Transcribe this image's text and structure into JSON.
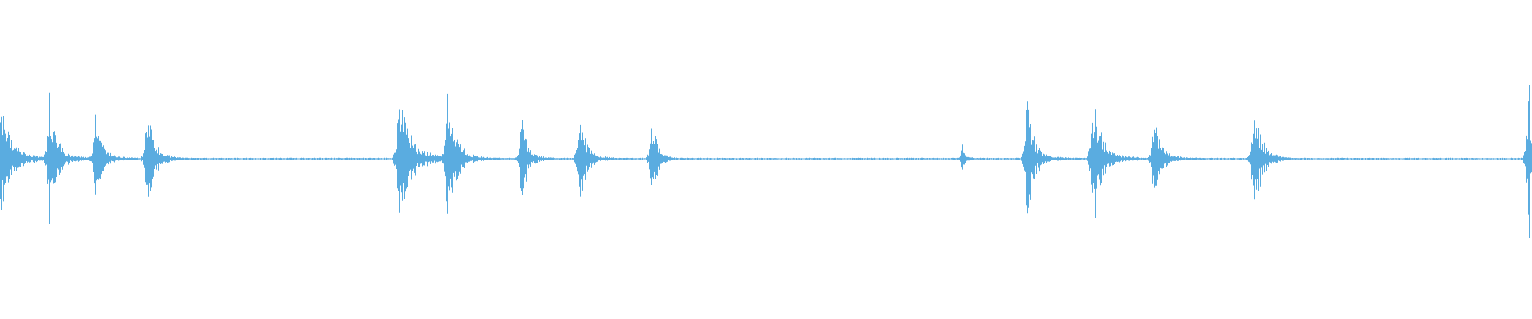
{
  "waveform": {
    "color": "#5aace0",
    "baseline_amplitude": 0.006,
    "bursts": [
      {
        "t": 0.0,
        "peak": 0.55,
        "decay": 0.03,
        "noise": 0.06
      },
      {
        "t": 0.032,
        "peak": 0.65,
        "decay": 0.022,
        "noise": 0.05
      },
      {
        "t": 0.062,
        "peak": 0.44,
        "decay": 0.018,
        "noise": 0.05
      },
      {
        "t": 0.096,
        "peak": 0.6,
        "decay": 0.022,
        "noise": 0.03
      },
      {
        "t": 0.26,
        "peak": 0.7,
        "decay": 0.03,
        "noise": 0.08
      },
      {
        "t": 0.292,
        "peak": 0.8,
        "decay": 0.025,
        "noise": 0.04
      },
      {
        "t": 0.34,
        "peak": 0.43,
        "decay": 0.02,
        "noise": 0.03
      },
      {
        "t": 0.378,
        "peak": 0.48,
        "decay": 0.022,
        "noise": 0.03
      },
      {
        "t": 0.425,
        "peak": 0.44,
        "decay": 0.02,
        "noise": 0.02
      },
      {
        "t": 0.628,
        "peak": 0.12,
        "decay": 0.01,
        "noise": 0.02
      },
      {
        "t": 0.67,
        "peak": 0.64,
        "decay": 0.022,
        "noise": 0.04
      },
      {
        "t": 0.713,
        "peak": 0.68,
        "decay": 0.025,
        "noise": 0.05
      },
      {
        "t": 0.753,
        "peak": 0.48,
        "decay": 0.02,
        "noise": 0.04
      },
      {
        "t": 0.818,
        "peak": 0.58,
        "decay": 0.03,
        "noise": 0.02
      },
      {
        "t": 0.998,
        "peak": 1.0,
        "decay": 0.004,
        "noise": 0.01
      }
    ]
  }
}
